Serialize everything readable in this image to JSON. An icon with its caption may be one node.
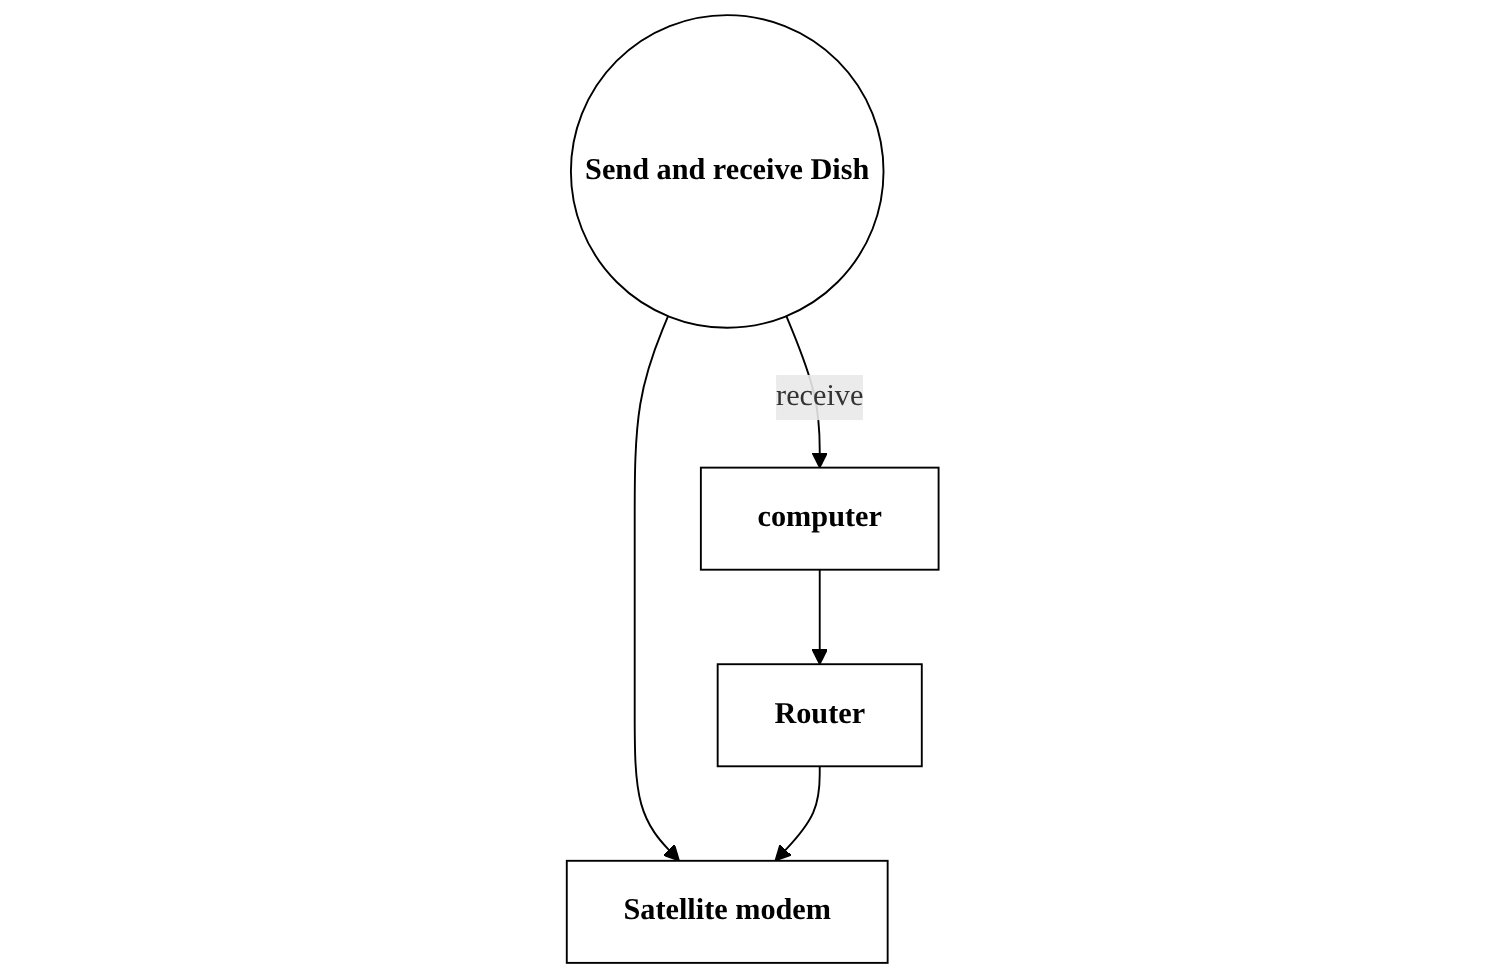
{
  "diagram": {
    "nodes": [
      {
        "text": [
          "Send and receive Dish"
        ]
      },
      {
        "text": [
          "Satellite modem"
        ]
      },
      {
        "text": [
          "computer"
        ]
      },
      {
        "text": [
          "Router"
        ]
      }
    ],
    "edges": [
      {
        "from": 0,
        "to": 1,
        "arrow": "to"
      },
      {
        "from": 0,
        "to": 2,
        "arrow": "to",
        "label": "receive"
      },
      {
        "from": 2,
        "to": 3,
        "arrow": "to"
      },
      {
        "from": 3,
        "to": 1,
        "arrow": "to"
      }
    ]
  }
}
